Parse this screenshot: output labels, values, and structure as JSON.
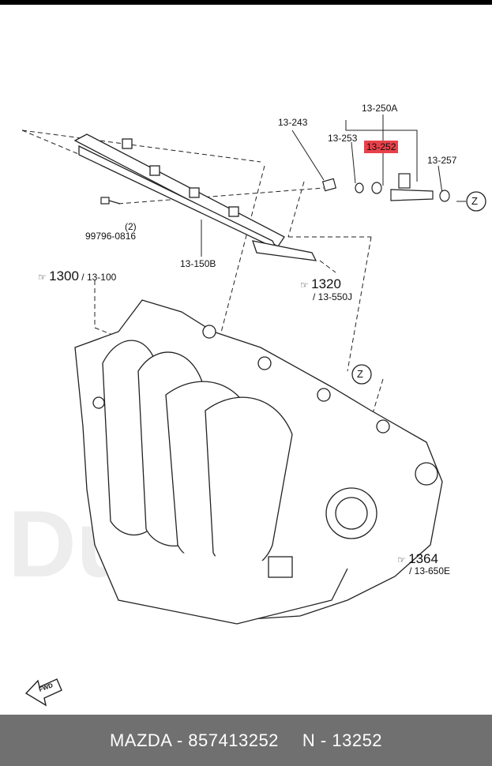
{
  "callouts": {
    "c13250A": "13-250A",
    "c13243": "13-243",
    "c13253": "13-253",
    "c13252": "13-252",
    "c13257": "13-257",
    "c2": "(2)",
    "c99796": "99796-0816",
    "c13150B": "13-150B",
    "c1300": "1300",
    "c13100": "/ 13-100",
    "c1320": "1320",
    "c13550J": "/ 13-550J",
    "c1364": "1364",
    "c13650E": "/ 13-650E",
    "zA": "Z",
    "zB": "Z",
    "fwd": "FWD"
  },
  "footer": {
    "part": "MAZDA - 857413252",
    "code": "N - 13252"
  },
  "watermark": "Dubli.ru",
  "colors": {
    "highlight": "#e8414a",
    "footer_bg": "#707070"
  }
}
